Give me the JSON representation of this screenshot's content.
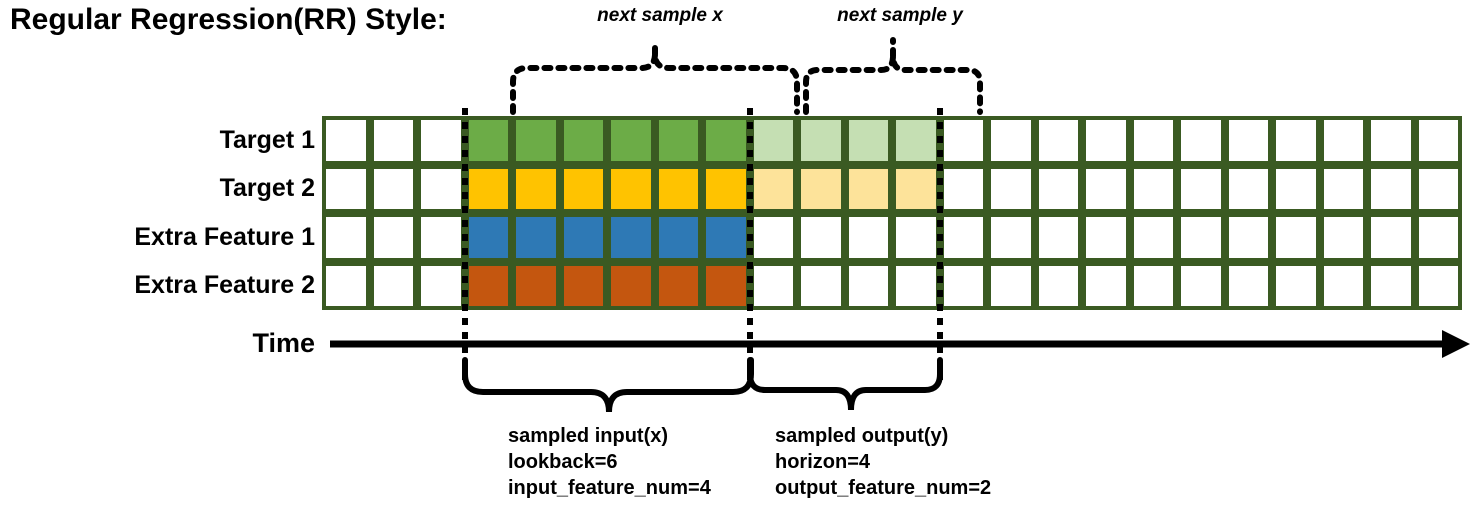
{
  "title": "Regular Regression(RR) Style:",
  "rows": [
    {
      "label": "Target 1",
      "fill": "#6CAC47",
      "light": "#C5DFB3"
    },
    {
      "label": "Target 2",
      "fill": "#FFC300",
      "light": "#FDE39A"
    },
    {
      "label": "Extra Feature 1",
      "fill": "#2E79B5",
      "light": null
    },
    {
      "label": "Extra Feature 2",
      "fill": "#C4560F",
      "light": null
    }
  ],
  "grid": {
    "columns": 24,
    "empty_lead": 3,
    "input_start": 3,
    "input_len": 6,
    "output_start": 9,
    "output_len": 4,
    "border_color": "#3A5A22",
    "empty_color": "#ffffff"
  },
  "time_axis": {
    "label": "Time"
  },
  "top_annotations": [
    {
      "text": "next sample x"
    },
    {
      "text": "next sample y"
    }
  ],
  "bottom_annotations": [
    {
      "line1": "sampled input(x)",
      "line2": "lookback=6",
      "line3": "input_feature_num=4"
    },
    {
      "line1": "sampled output(y)",
      "line2": "horizon=4",
      "line3": "output_feature_num=2"
    }
  ]
}
